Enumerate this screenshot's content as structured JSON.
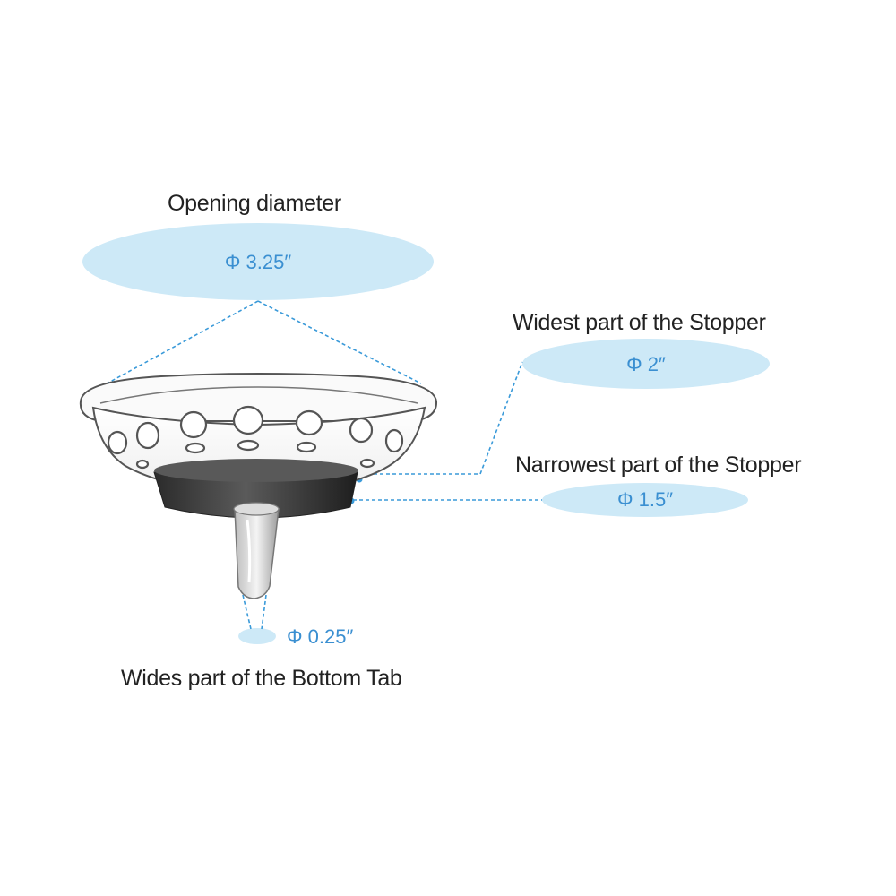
{
  "labels": {
    "opening": "Opening diameter",
    "widest": "Widest part of the Stopper",
    "narrowest": "Narrowest part of the Stopper",
    "bottom_tab": "Wides part of the Bottom Tab"
  },
  "dimensions": {
    "opening": "Φ 3.25″",
    "widest": "Φ 2″",
    "narrowest": "Φ 1.5″",
    "bottom_tab": "Φ 0.25″"
  },
  "colors": {
    "ellipse_fill": "#cde9f7",
    "leader_line": "#3a9ad9",
    "dimension_text": "#3a8fd1",
    "label_text": "#222222",
    "stopper_base": "#3d3d3d",
    "strainer_outline": "#555555"
  }
}
